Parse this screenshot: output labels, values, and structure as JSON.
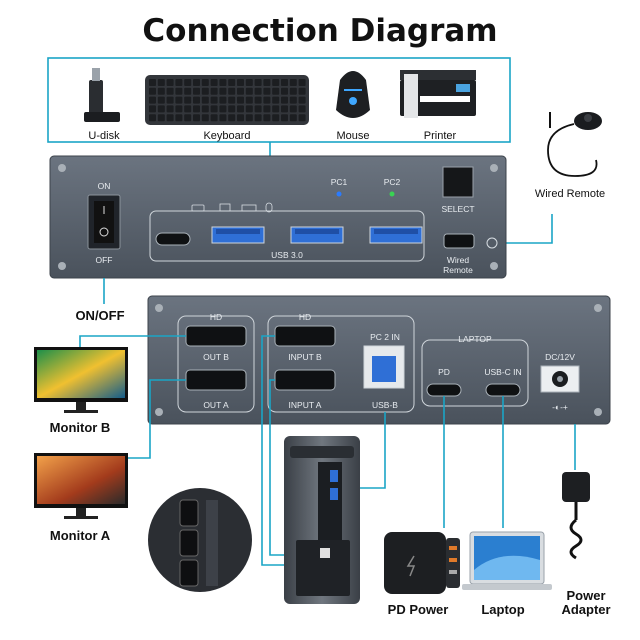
{
  "title": "Connection Diagram",
  "peripherals": [
    {
      "label": "U-disk",
      "icon": "usb-drive-icon"
    },
    {
      "label": "Keyboard",
      "icon": "keyboard-icon"
    },
    {
      "label": "Mouse",
      "icon": "mouse-icon"
    },
    {
      "label": "Printer",
      "icon": "printer-icon"
    }
  ],
  "top_panel": {
    "power_on": "ON",
    "power_off": "OFF",
    "pc1": "PC1",
    "pc2": "PC2",
    "select": "SELECT",
    "usb": "USB 3.0",
    "wired_line1": "Wired",
    "wired_line2": "Remote"
  },
  "wired_remote_label": "Wired Remote",
  "onoff_label": "ON/OFF",
  "bottom_panel": {
    "hd1": "HD",
    "hd2": "HD",
    "out_b": "OUT B",
    "out_a": "OUT A",
    "input_b": "INPUT B",
    "input_a": "INPUT A",
    "pc2in": "PC 2 IN",
    "usbb": "USB-B",
    "laptop": "LAPTOP",
    "pd": "PD",
    "usbcin": "USB-C IN",
    "dc": "DC/12V",
    "polarity": "-◐-+"
  },
  "devices": {
    "monitor_b": "Monitor B",
    "monitor_a": "Monitor A",
    "pd_power": "PD Power",
    "laptop": "Laptop",
    "power_adapter_1": "Power",
    "power_adapter_2": "Adapter"
  },
  "colors": {
    "accent": "#1aa5c6",
    "panel": "#5b6470",
    "led_pc1": "#2a7bff",
    "led_pc2": "#39d353"
  }
}
